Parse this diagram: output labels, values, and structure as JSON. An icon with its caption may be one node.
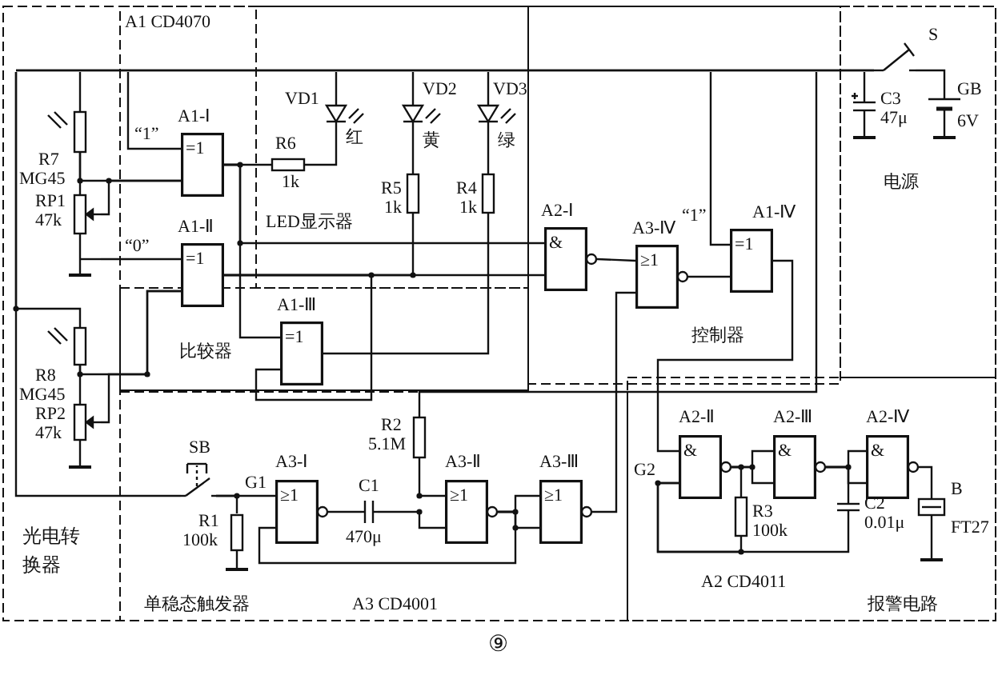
{
  "diagram": {
    "caption": "⑨",
    "nodes": [
      {
        "text": [
          "=1"
        ],
        "beside": [
          "A1-Ⅰ"
        ]
      },
      {
        "text": [
          "=1"
        ],
        "beside": [
          "A1-Ⅱ"
        ]
      },
      {
        "text": [
          "=1"
        ],
        "beside": [
          "A1-Ⅲ"
        ]
      },
      {
        "text": [
          "&"
        ],
        "beside": [
          "A2-Ⅰ"
        ]
      },
      {
        "text": [
          "≥1"
        ],
        "beside": [
          "A3-Ⅳ"
        ]
      },
      {
        "text": [
          "=1"
        ],
        "beside": [
          "A1-Ⅳ"
        ]
      },
      {
        "text": [
          "≥1"
        ],
        "beside": [
          "A3-Ⅰ"
        ]
      },
      {
        "text": [
          "≥1"
        ],
        "beside": [
          "A3-Ⅱ"
        ]
      },
      {
        "text": [
          "≥1"
        ],
        "beside": [
          "A3-Ⅲ"
        ]
      },
      {
        "text": [
          "&"
        ],
        "beside": [
          "A2-Ⅱ"
        ]
      },
      {
        "text": [
          "&"
        ],
        "beside": [
          "A2-Ⅲ"
        ]
      },
      {
        "text": [
          "&"
        ],
        "beside": [
          "A2-Ⅳ"
        ]
      },
      {
        "text": [],
        "shape": "bar"
      },
      {
        "text": [],
        "shape": "resistor",
        "beside": [
          "R7",
          "MG45"
        ]
      },
      {
        "text": [],
        "shape": "potentiometer",
        "beside": [
          "RP1",
          "47k"
        ]
      },
      {
        "text": [],
        "shape": "resistor",
        "beside": [
          "R8",
          "MG45"
        ]
      },
      {
        "text": [],
        "shape": "potentiometer",
        "beside": [
          "RP2",
          "47k"
        ]
      },
      {
        "text": [],
        "shape": "resistor",
        "beside": [
          "R6",
          "1k"
        ]
      },
      {
        "text": [],
        "shape": "diode",
        "beside": [
          "VD1",
          "红"
        ]
      },
      {
        "text": [],
        "shape": "diode",
        "beside": [
          "VD2",
          "黄"
        ]
      },
      {
        "text": [],
        "shape": "diode",
        "beside": [
          "VD3",
          "绿"
        ]
      },
      {
        "text": [],
        "shape": "resistor",
        "beside": [
          "R5",
          "1k"
        ]
      },
      {
        "text": [],
        "shape": "resistor",
        "beside": [
          "R4",
          "1k"
        ]
      },
      {
        "text": [],
        "shape": "switch",
        "beside": [
          "S"
        ]
      },
      {
        "text": [],
        "shape": "capacitor",
        "beside": [
          "C3",
          "47μ"
        ]
      },
      {
        "text": [],
        "shape": "battery",
        "beside": [
          "GB",
          "6V"
        ]
      },
      {
        "text": [],
        "shape": "switch",
        "beside": [
          "SB"
        ]
      },
      {
        "text": [],
        "shape": "resistor",
        "beside": [
          "R1",
          "100k"
        ]
      },
      {
        "text": [],
        "shape": "capacitor",
        "beside": [
          "C1",
          "470μ"
        ]
      },
      {
        "text": [],
        "shape": "resistor",
        "beside": [
          "R2",
          "5.1M"
        ]
      },
      {
        "text": [],
        "shape": "resistor",
        "beside": [
          "R3",
          "100k"
        ]
      },
      {
        "text": [],
        "shape": "capacitor",
        "beside": [
          "C2",
          "0.01μ"
        ]
      },
      {
        "text": [],
        "shape": "buzzer",
        "beside": [
          "B",
          "FT27"
        ]
      }
    ],
    "edges": [
      {
        "from": 0,
        "to": 3,
        "arrow": "none"
      },
      {
        "from": 1,
        "to": 3,
        "arrow": "none"
      },
      {
        "from": 0,
        "to": 2,
        "arrow": "none"
      },
      {
        "from": 1,
        "to": 2,
        "arrow": "none"
      },
      {
        "from": 3,
        "to": 4,
        "arrow": "none"
      },
      {
        "from": 4,
        "to": 5,
        "arrow": "none"
      },
      {
        "from": 5,
        "to": 9,
        "arrow": "none"
      },
      {
        "from": 7,
        "to": 8,
        "arrow": "none"
      },
      {
        "from": 7,
        "to": 6,
        "arrow": "none"
      },
      {
        "from": 8,
        "to": 4,
        "arrow": "none"
      },
      {
        "from": 9,
        "to": 10,
        "arrow": "none"
      },
      {
        "from": 10,
        "to": 11,
        "arrow": "none"
      },
      {
        "from": 12,
        "to": 13,
        "arrow": "none"
      },
      {
        "from": 12,
        "to": 0,
        "arrow": "none"
      },
      {
        "from": 12,
        "to": 18,
        "arrow": "none"
      },
      {
        "from": 12,
        "to": 19,
        "arrow": "none"
      },
      {
        "from": 12,
        "to": 20,
        "arrow": "none"
      },
      {
        "from": 12,
        "to": 5,
        "arrow": "none"
      },
      {
        "from": 12,
        "to": 29,
        "arrow": "none"
      },
      {
        "from": 12,
        "to": 24,
        "arrow": "none"
      },
      {
        "from": 12,
        "to": 23,
        "arrow": "none"
      },
      {
        "from": 23,
        "to": 25,
        "arrow": "none"
      },
      {
        "from": 12,
        "to": 15,
        "arrow": "none"
      },
      {
        "from": 12,
        "to": 26,
        "arrow": "none"
      },
      {
        "from": 13,
        "to": 14,
        "arrow": "none"
      },
      {
        "from": 13,
        "to": 0,
        "arrow": "none"
      },
      {
        "from": 14,
        "to": 0,
        "arrow": "none"
      },
      {
        "from": 14,
        "to": 1,
        "arrow": "none"
      },
      {
        "from": 15,
        "to": 16,
        "arrow": "none"
      },
      {
        "from": 15,
        "to": 1,
        "arrow": "none"
      },
      {
        "from": 16,
        "to": 1,
        "arrow": "none"
      },
      {
        "from": 0,
        "to": 17,
        "arrow": "none"
      },
      {
        "from": 17,
        "to": 18,
        "arrow": "none"
      },
      {
        "from": 19,
        "to": 21,
        "arrow": "none"
      },
      {
        "from": 20,
        "to": 22,
        "arrow": "none"
      },
      {
        "from": 21,
        "to": 1,
        "arrow": "none"
      },
      {
        "from": 22,
        "to": 2,
        "arrow": "none"
      },
      {
        "from": 6,
        "to": 28,
        "arrow": "none"
      },
      {
        "from": 28,
        "to": 7,
        "arrow": "none"
      },
      {
        "from": 29,
        "to": 7,
        "arrow": "none"
      },
      {
        "from": 7,
        "to": 8,
        "arrow": "none"
      },
      {
        "from": 26,
        "to": 6,
        "arrow": "none"
      },
      {
        "from": 26,
        "to": 27,
        "arrow": "none"
      },
      {
        "from": 9,
        "to": 30,
        "arrow": "none"
      },
      {
        "from": 30,
        "to": 9,
        "arrow": "none"
      },
      {
        "from": 31,
        "to": 9,
        "arrow": "none"
      },
      {
        "from": 10,
        "to": 31,
        "arrow": "none"
      },
      {
        "from": 9,
        "to": 10,
        "arrow": "none"
      },
      {
        "from": 10,
        "to": 11,
        "arrow": "none"
      },
      {
        "from": 11,
        "to": 32,
        "arrow": "none"
      }
    ],
    "labels": [
      "A1 CD4070",
      "“1”",
      "“0”",
      "LED显示器",
      "“1”",
      "控制器",
      "电源",
      "比较器",
      "G1",
      "G2",
      "光电转换器",
      "单稳态触发器",
      "A3 CD4001",
      "A2 CD4011",
      "报警电路"
    ]
  }
}
